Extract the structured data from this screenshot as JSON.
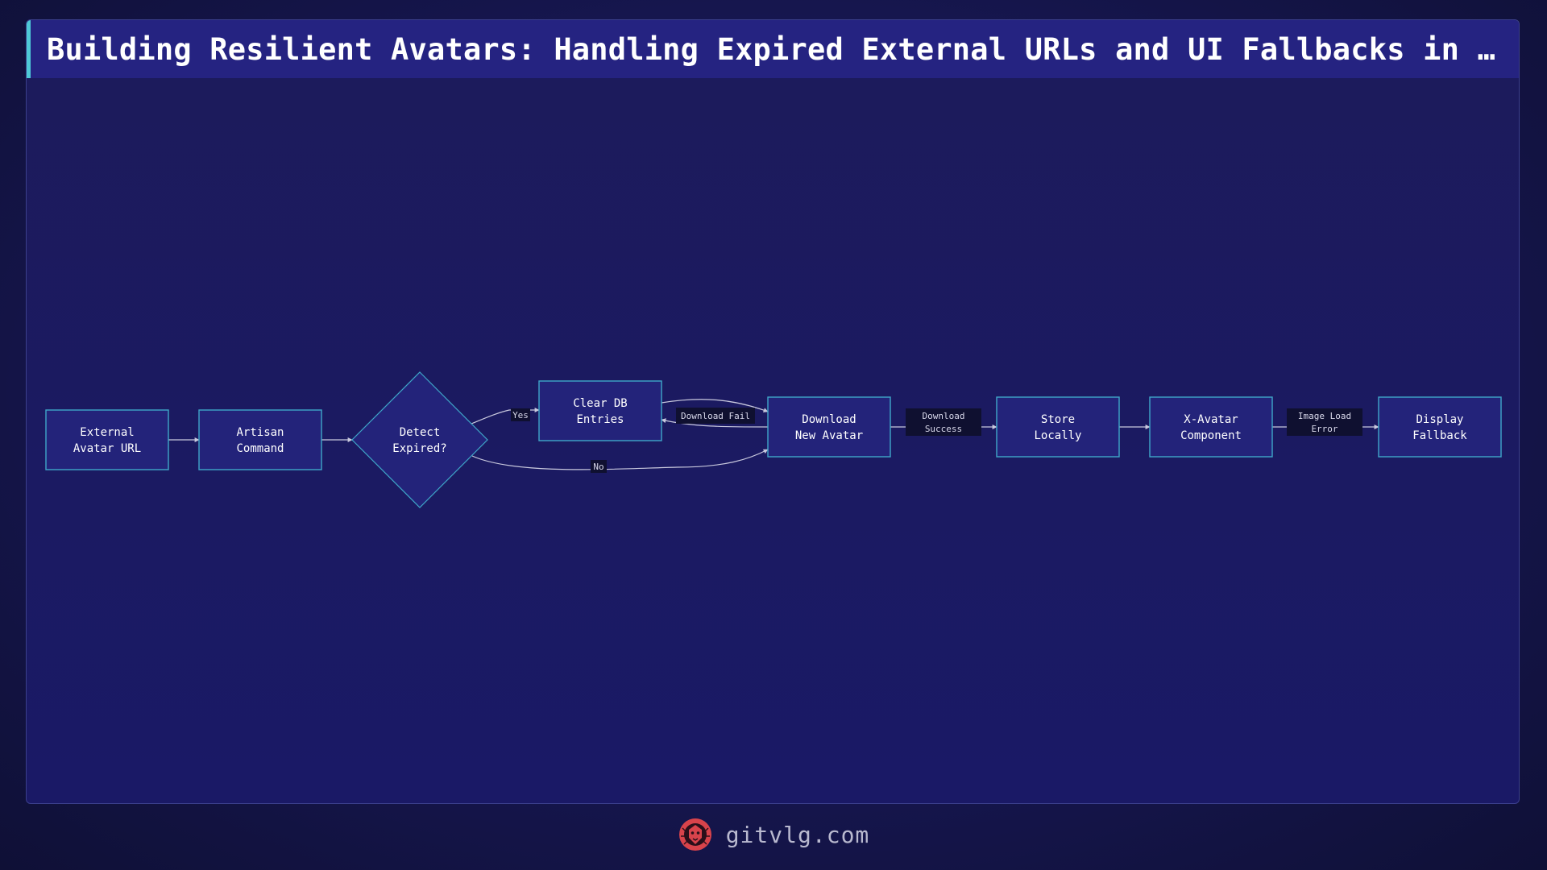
{
  "title": "Building Resilient Avatars: Handling Expired External URLs and UI Fallbacks in …",
  "footer": {
    "site": "gitvlg.com",
    "logo_icon": "lion-head-icon"
  },
  "colors": {
    "node_fill": "#23237a",
    "node_stroke": "#3fa7c9",
    "edge": "#c9c9de",
    "label_bg": "#0f1030",
    "accent": "#4ec9d6",
    "logo": "#d8434b"
  },
  "diagram": {
    "nodes": [
      {
        "id": "external_url",
        "shape": "rect",
        "lines": [
          "External",
          "Avatar URL"
        ]
      },
      {
        "id": "artisan_command",
        "shape": "rect",
        "lines": [
          "Artisan",
          "Command"
        ]
      },
      {
        "id": "detect_expired",
        "shape": "diamond",
        "lines": [
          "Detect",
          "Expired?"
        ]
      },
      {
        "id": "clear_db",
        "shape": "rect",
        "lines": [
          "Clear DB",
          "Entries"
        ]
      },
      {
        "id": "download_avatar",
        "shape": "rect",
        "lines": [
          "Download",
          "New Avatar"
        ]
      },
      {
        "id": "store_locally",
        "shape": "rect",
        "lines": [
          "Store",
          "Locally"
        ]
      },
      {
        "id": "x_avatar",
        "shape": "rect",
        "lines": [
          "X-Avatar",
          "Component"
        ]
      },
      {
        "id": "display_fallback",
        "shape": "rect",
        "lines": [
          "Display",
          "Fallback"
        ]
      }
    ],
    "edges": [
      {
        "from": "external_url",
        "to": "artisan_command",
        "label": []
      },
      {
        "from": "artisan_command",
        "to": "detect_expired",
        "label": []
      },
      {
        "from": "detect_expired",
        "to": "clear_db",
        "label": [
          "Yes"
        ]
      },
      {
        "from": "clear_db",
        "to": "download_avatar",
        "label": []
      },
      {
        "from": "download_avatar",
        "to": "clear_db",
        "label": [
          "Download Fail"
        ]
      },
      {
        "from": "detect_expired",
        "to": "download_avatar",
        "label": [
          "No"
        ]
      },
      {
        "from": "download_avatar",
        "to": "store_locally",
        "label": [
          "Download",
          "Success"
        ]
      },
      {
        "from": "store_locally",
        "to": "x_avatar",
        "label": []
      },
      {
        "from": "x_avatar",
        "to": "display_fallback",
        "label": [
          "Image Load",
          "Error"
        ]
      }
    ]
  }
}
